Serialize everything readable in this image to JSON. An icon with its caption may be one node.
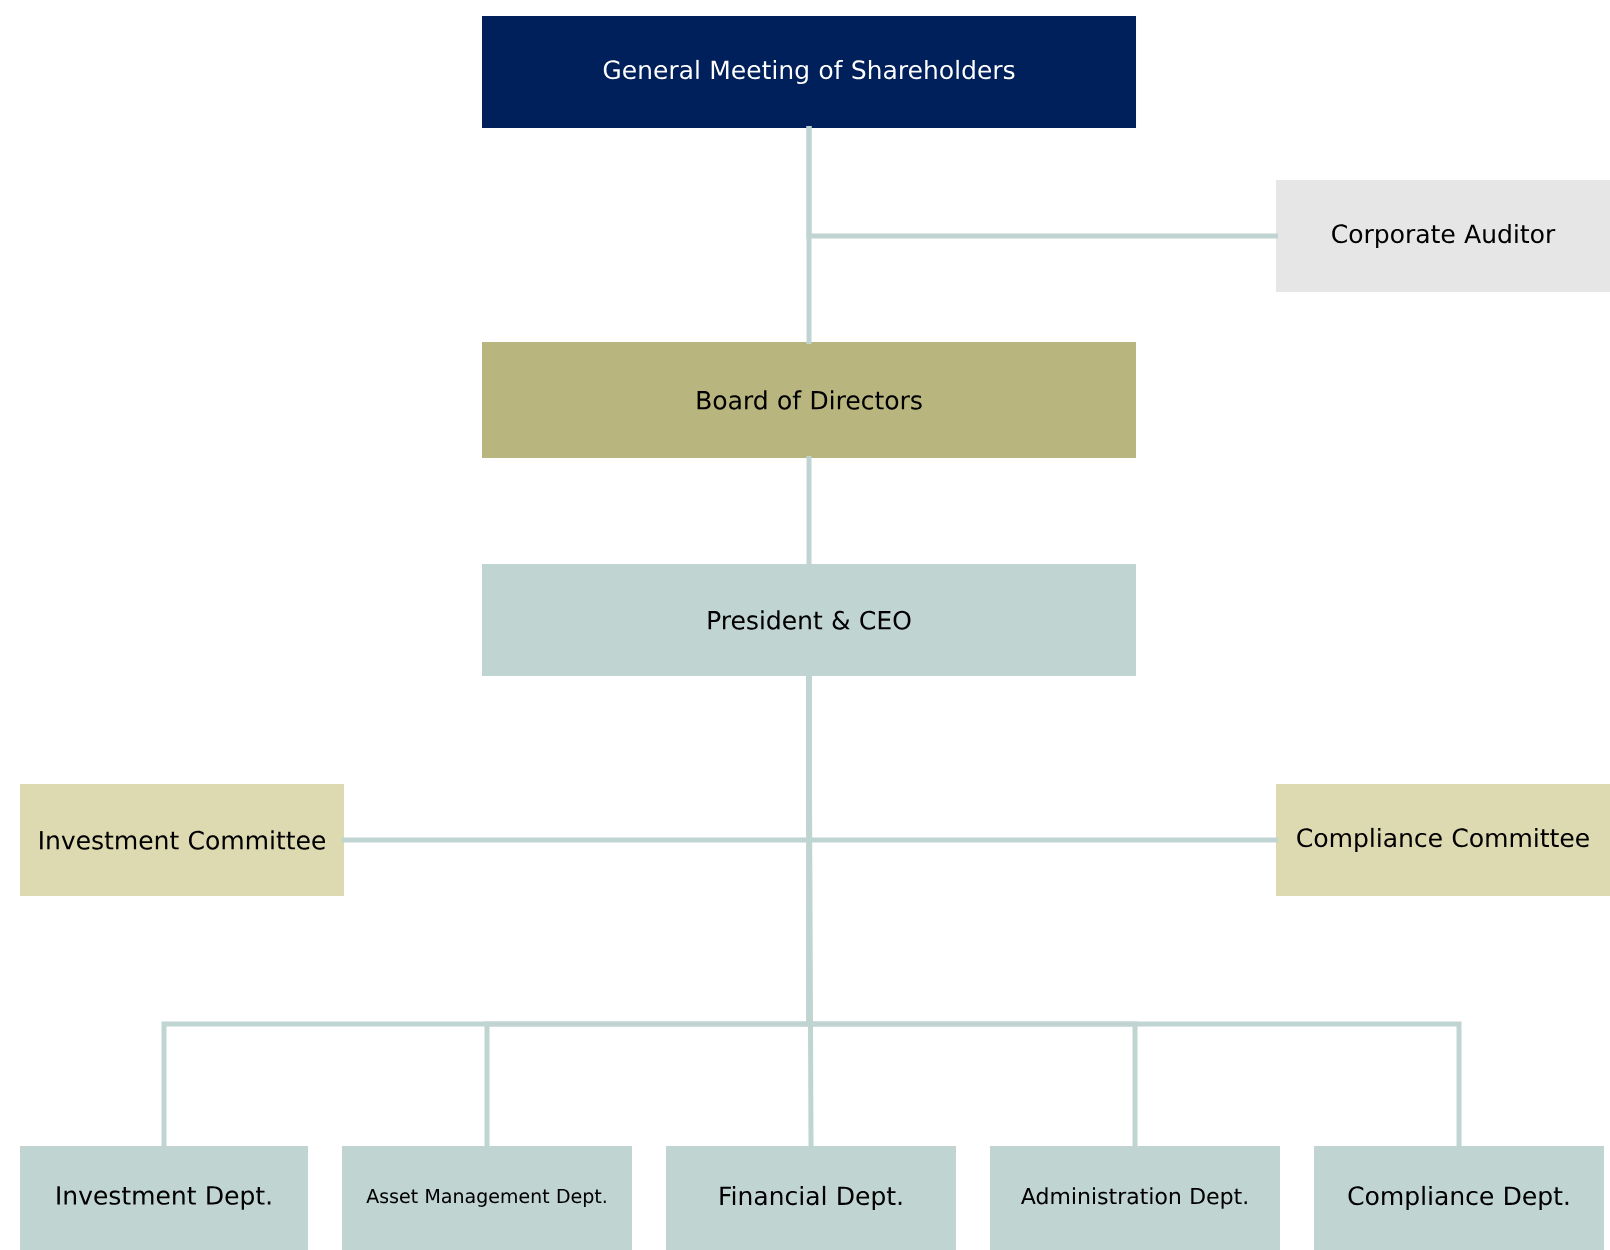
{
  "diagram": {
    "nodes": [
      {
        "text": [
          "General Meeting of Shareholders"
        ]
      },
      {
        "text": [
          "Corporate Auditor"
        ]
      },
      {
        "text": [
          "Board of Directors"
        ]
      },
      {
        "text": [
          "President & CEO"
        ]
      },
      {
        "text": [
          "Investment Committee"
        ]
      },
      {
        "text": [
          "Compliance Committee"
        ]
      },
      {
        "text": [
          "Investment Dept."
        ]
      },
      {
        "text": [
          "Asset Management Dept."
        ]
      },
      {
        "text": [
          "Financial Dept."
        ]
      },
      {
        "text": [
          "Administration Dept."
        ]
      },
      {
        "text": [
          "Compliance Dept."
        ]
      }
    ],
    "edges": [
      {
        "from": 0,
        "to": 2,
        "arrow": "none"
      },
      {
        "from": 0,
        "to": 1,
        "arrow": "none"
      },
      {
        "from": 2,
        "to": 3,
        "arrow": "none"
      },
      {
        "from": 3,
        "to": 4,
        "arrow": "none"
      },
      {
        "from": 3,
        "to": 5,
        "arrow": "none"
      },
      {
        "from": 3,
        "to": 6,
        "arrow": "none"
      },
      {
        "from": 3,
        "to": 7,
        "arrow": "none"
      },
      {
        "from": 3,
        "to": 8,
        "arrow": "none"
      },
      {
        "from": 3,
        "to": 9,
        "arrow": "none"
      },
      {
        "from": 3,
        "to": 10,
        "arrow": "none"
      }
    ]
  }
}
